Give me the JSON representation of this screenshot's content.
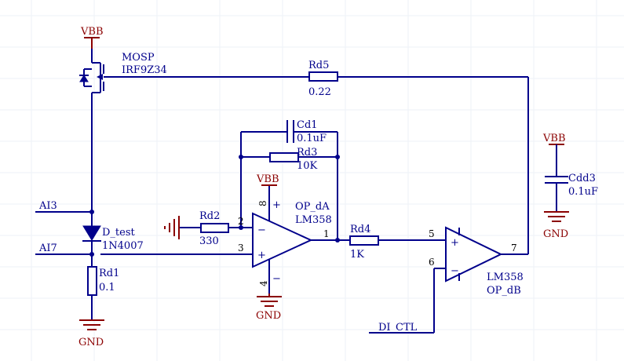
{
  "components": {
    "mosfet": {
      "ref": "MOSP",
      "part": "IRF9Z34"
    },
    "rd5": {
      "ref": "Rd5",
      "value": "0.22"
    },
    "cd1": {
      "ref": "Cd1",
      "value": "0.1uF"
    },
    "rd3": {
      "ref": "Rd3",
      "value": "10K"
    },
    "cdd3": {
      "ref": "Cdd3",
      "value": "0.1uF"
    },
    "rd2": {
      "ref": "Rd2",
      "value": "330"
    },
    "op_a": {
      "ref": "OP_dA",
      "part": "LM358"
    },
    "rd4": {
      "ref": "Rd4",
      "value": "1K"
    },
    "op_b": {
      "ref": "OP_dB",
      "part": "LM358"
    },
    "d_test": {
      "ref": "D_test",
      "part": "1N4007"
    },
    "rd1": {
      "ref": "Rd1",
      "value": "0.1"
    }
  },
  "power": {
    "vbb_top": "VBB",
    "vbb_opa": "VBB",
    "vbb_cap": "VBB",
    "gnd_opa": "GND",
    "gnd_cap": "GND",
    "gnd_rd1": "GND"
  },
  "nets": {
    "ai3": "AI3",
    "ai7": "AI7",
    "di_ctl": "DI_CTL"
  },
  "pins": {
    "opa_8": "8",
    "opa_2": "2",
    "opa_3": "3",
    "opa_4": "4",
    "opa_1": "1",
    "opb_5": "5",
    "opb_6": "6",
    "opb_7": "7",
    "plus": "+",
    "minus": "−"
  }
}
